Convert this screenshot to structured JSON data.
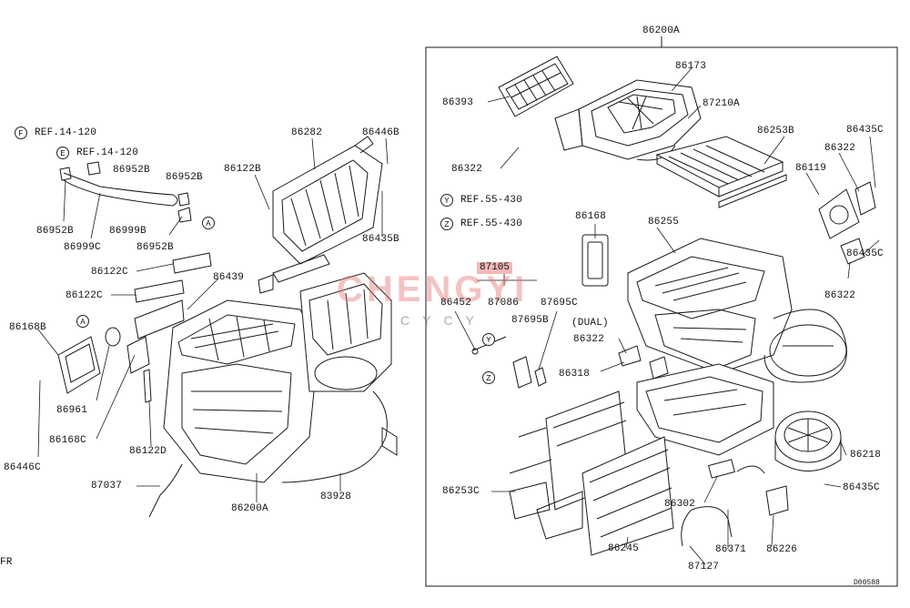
{
  "watermark": {
    "main": "CHENGYI",
    "sub": "CYCY"
  },
  "refs": {
    "F": {
      "letter": "F",
      "text": "REF.14-120"
    },
    "E": {
      "letter": "E",
      "text": "REF.14-120"
    },
    "Y": {
      "letter": "Y",
      "text": "REF.55-430"
    },
    "Z": {
      "letter": "Z",
      "text": "REF.55-430"
    }
  },
  "connectors": {
    "A": "A",
    "Y": "Y",
    "Z": "Z"
  },
  "dual_note": "(DUAL)",
  "highlight_label": "87105",
  "corner_code": "D00588",
  "corner_fr": "FR",
  "labels": {
    "p86200A_top": "86200A",
    "p86173": "86173",
    "p86393": "86393",
    "p87210A": "87210A",
    "p86322_a": "86322",
    "p86253B": "86253B",
    "p86435C_a": "86435C",
    "p86322_b": "86322",
    "p86119": "86119",
    "p86168": "86168",
    "p86255": "86255",
    "p86435C_b": "86435C",
    "p86322_c": "86322",
    "p86452": "86452",
    "p87086": "87086",
    "p87695C": "87695C",
    "p87695B": "87695B",
    "p86322_d": "86322",
    "p86318": "86318",
    "p86218": "86218",
    "p86253C": "86253C",
    "p86435C_c": "86435C",
    "p86302": "86302",
    "p86245": "86245",
    "p86371": "86371",
    "p86226": "86226",
    "p87127": "87127",
    "p86282": "86282",
    "p86446B": "86446B",
    "p86952B_a": "86952B",
    "p86952B_b": "86952B",
    "p86952B_c": "86952B",
    "p86952B_d": "86952B",
    "p86122B": "86122B",
    "p86999C": "86999C",
    "p86999B": "86999B",
    "p86435B": "86435B",
    "p86122C_a": "86122C",
    "p86122C_b": "86122C",
    "p86439": "86439",
    "p86168B": "86168B",
    "p86961": "86961",
    "p86168C": "86168C",
    "p86122D": "86122D",
    "p86446C": "86446C",
    "p87037": "87037",
    "p86200A_bottom": "86200A",
    "p83928": "83928"
  }
}
